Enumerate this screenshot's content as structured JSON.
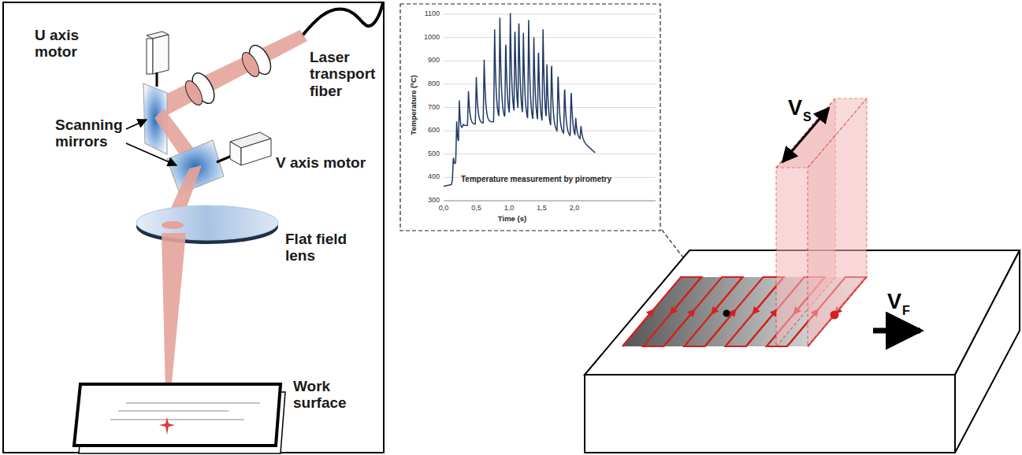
{
  "diagram": {
    "labels": [
      "U axis motor",
      "Laser transport fiber",
      "Scanning mirrors",
      "V axis motor",
      "Flat field lens",
      "Work surface",
      "1100",
      "1000",
      "900",
      "800",
      "700",
      "600",
      "500",
      "400",
      "300",
      "0,0",
      "0,5",
      "1,0",
      "1,5",
      "2,0",
      "Time (s)",
      "Temperature (ºC)",
      "Temperature measurement by pirometry",
      "V",
      "S",
      "V",
      "F"
    ]
  }
}
